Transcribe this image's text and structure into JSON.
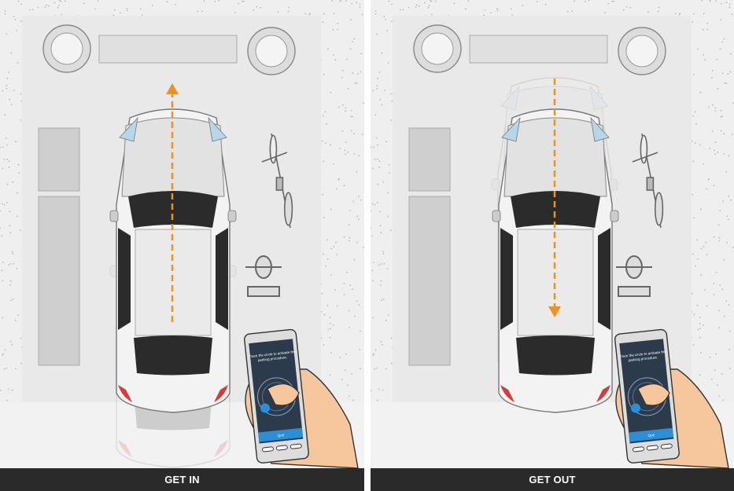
{
  "panels": [
    {
      "caption": "GET IN",
      "direction": "forward",
      "phone": {
        "instruction_line1": "Trace the circle to activate the",
        "instruction_line2": "parking procedure.",
        "button_label": "Quit"
      }
    },
    {
      "caption": "GET OUT",
      "direction": "backward",
      "phone": {
        "instruction_line1": "Trace the circle to activate the",
        "instruction_line2": "parking procedure.",
        "button_label": "Quit"
      }
    }
  ],
  "colors": {
    "arrow": "#f0901e",
    "caption_bg": "#2a2a2a",
    "floor": "#e9e9e9",
    "phone_screen": "#2c3b4c",
    "phone_accent": "#2b8fd6",
    "tail_light": "#d93a3a",
    "skin": "#f6c79c"
  }
}
